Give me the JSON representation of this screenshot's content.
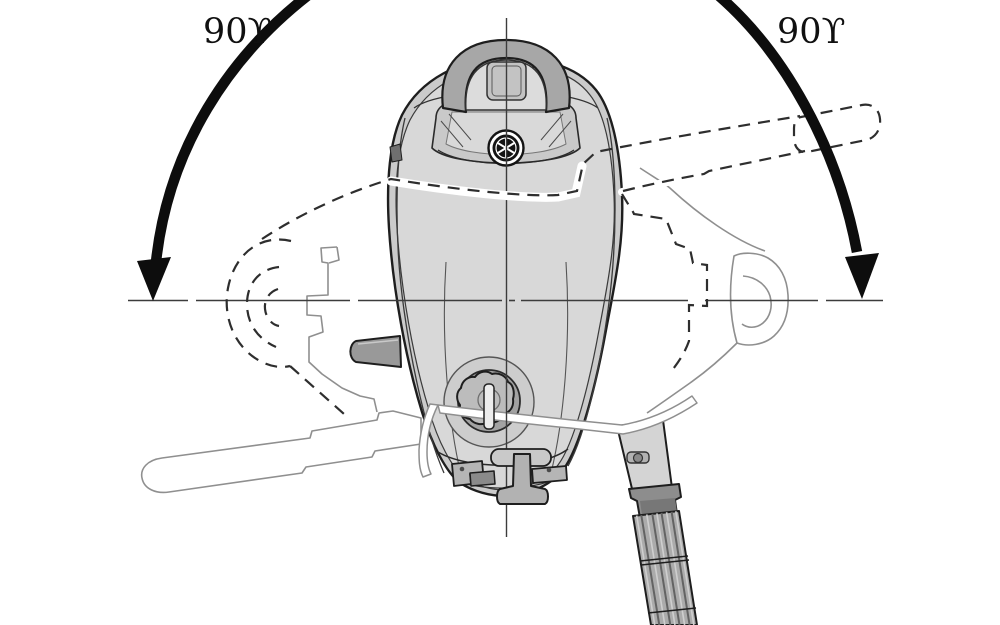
{
  "labels": {
    "left_angle": "90ϒ",
    "right_angle": "90ϒ"
  },
  "icons": {
    "left_rotation_arrow": "thick-curved-arrow-down-left",
    "right_rotation_arrow": "thick-curved-arrow-down-right",
    "brand_emblem": "tuning-fork-circle-logo"
  },
  "colors": {
    "outline_dark": "#1e1e1e",
    "cowl_light": "#d8d8d8",
    "cowl_mid": "#cbcbcb",
    "metal_gray": "#a6a6a6",
    "grip_gray": "#ababab",
    "faint_outline_gray": "#8f8f8f",
    "dashed_line": "#2e2e2e",
    "centerline": "#3c3c3c",
    "arrow_black": "#0d0d0d"
  }
}
